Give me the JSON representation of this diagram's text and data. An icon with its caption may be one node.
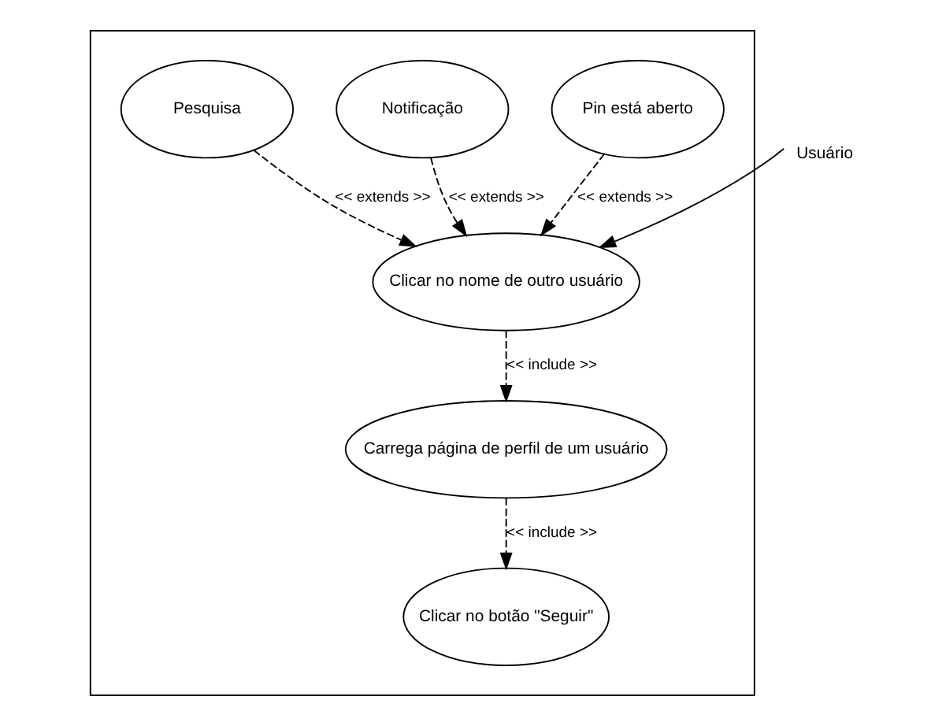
{
  "diagram": {
    "nodes": [
      {
        "text": [],
        "shape": "box"
      },
      {
        "text": [
          "Pin está aberto"
        ],
        "in": 0
      },
      {
        "text": [
          "Notificação"
        ],
        "in": 0
      },
      {
        "text": [
          "Pesquisa"
        ],
        "in": 0
      },
      {
        "text": [
          "Clicar no nome de outro usuário"
        ],
        "in": 0
      },
      {
        "text": [
          "Carrega página de perfil de um usuário"
        ],
        "in": 0
      },
      {
        "text": [
          "Clicar no botão \"Seguir\""
        ],
        "in": 0
      },
      {
        "text": [
          "Usuário"
        ]
      }
    ],
    "edges": [
      {
        "from": 7,
        "to": 4,
        "arrow": "to"
      },
      {
        "from": 1,
        "to": 4,
        "arrow": "to",
        "label": "<< extends >>",
        "style": "dashed"
      },
      {
        "from": 2,
        "to": 4,
        "arrow": "to",
        "label": "<< extends >>",
        "style": "dashed"
      },
      {
        "from": 3,
        "to": 4,
        "arrow": "to",
        "label": "<< extends >>",
        "style": "dashed"
      },
      {
        "from": 4,
        "to": 5,
        "arrow": "to",
        "label": "<< include >>",
        "style": "dashed"
      },
      {
        "from": 5,
        "to": 6,
        "arrow": "to",
        "label": "<< include >>",
        "style": "dashed"
      }
    ]
  }
}
